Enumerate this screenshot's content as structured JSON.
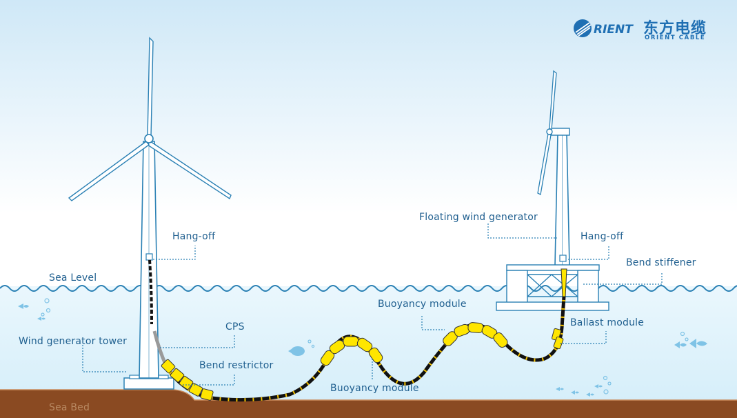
{
  "brand": {
    "name_en": "ORIENT CABLE",
    "name_cn": "东方电缆",
    "mark_text": "RIENT",
    "color": "#1f6fb3"
  },
  "labels": {
    "hang_off_left": "Hang-off",
    "sea_level": "Sea Level",
    "wind_generator_tower": "Wind generator tower",
    "cps": "CPS",
    "bend_restrictor": "Bend restrictor",
    "sea_bed": "Sea Bed",
    "buoyancy_module_top": "Buoyancy module",
    "buoyancy_module_bottom": "Buoyancy module",
    "floating_wind_generator": "Floating wind generator",
    "hang_off_right": "Hang-off",
    "bend_stiffener": "Bend stiffener",
    "ballast_module": "Ballast module"
  },
  "colors": {
    "sky_top": "#d7ecf8",
    "sky_bottom": "#ffffff",
    "water": "#dcf0fa",
    "outline": "#2a80b4",
    "seabed": "#8a4a22",
    "cable": "#111111",
    "module": "#ffe600",
    "label": "#1f5f8f"
  }
}
